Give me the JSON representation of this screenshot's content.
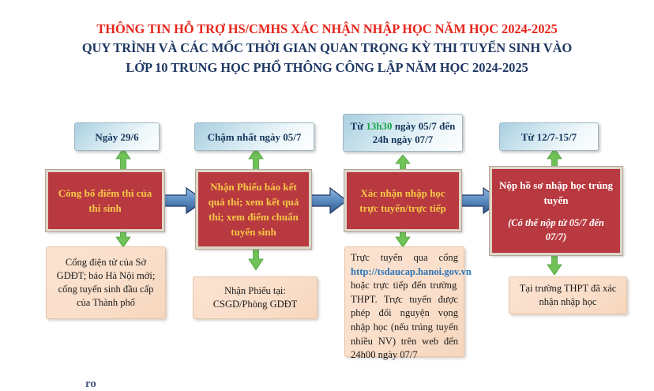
{
  "header": {
    "line1": "THÔNG TIN HỖ TRỢ HS/CMHS XÁC NHẬN NHẬP HỌC NĂM HỌC 2024-2025",
    "line2": "QUY TRÌNH VÀ CÁC MỐC THỜI GIAN QUAN TRỌNG KỲ THI TUYỂN SINH VÀO",
    "line3": "LỚP 10 TRUNG HỌC PHỔ THÔNG CÔNG LẬP NĂM HỌC 2024-2025",
    "color_red": "#e8251b",
    "color_navy": "#1f3864"
  },
  "colors": {
    "date_box": "#bcdceb",
    "process_box": "#b8393f",
    "process_text": "#f7c948",
    "note_box": "#fadfca",
    "arrow_blue": "#3a6fb0",
    "arrow_green": "#5fc14e",
    "link_blue": "#2e75b6",
    "highlight_green": "#17a74a"
  },
  "steps": [
    {
      "date_label": "Ngày 29/6",
      "date_highlight": "",
      "process_label": "Công bố điểm thi của thí sinh",
      "process_sub": "",
      "note": "Cổng điện tử của Sở GDĐT; báo Hà Nội mới; cổng tuyển sinh đầu cấp của Thành phố"
    },
    {
      "date_label": "Chậm nhất ngày 05/7",
      "date_highlight": "",
      "process_label": "Nhận Phiếu báo kết quả thi; xem kết quả thi; xem điểm chuẩn tuyển sinh",
      "process_sub": "",
      "note": "Nhận Phiếu tại: CSGD/Phòng GDĐT"
    },
    {
      "date_label_pre": "Từ ",
      "date_highlight": "13h30",
      "date_label_post": " ngày 05/7 đến 24h ngày 07/7",
      "process_label": "Xác nhận nhập học trực tuyến/trực tiếp",
      "process_sub": "",
      "note_part1": "Trực tuyến qua cổng ",
      "note_link": "http://tsdaucap.hanoi.gov.vn",
      "note_part2": " hoặc trực tiếp đến trường THPT. Trực tuyến được phép đổi nguyện vọng nhập học (nếu trúng tuyển nhiều NV) trên web đến 24h00 ngày 07/7"
    },
    {
      "date_label": "Từ 12/7-15/7",
      "date_highlight": "",
      "process_label": "Nộp hồ sơ nhập học trúng tuyển",
      "process_sub": "(Có thể nộp từ 05/7 đến 07/7)",
      "note": "Tại trường THPT đã xác nhận nhập học"
    }
  ],
  "footer_cutoff": "ro"
}
